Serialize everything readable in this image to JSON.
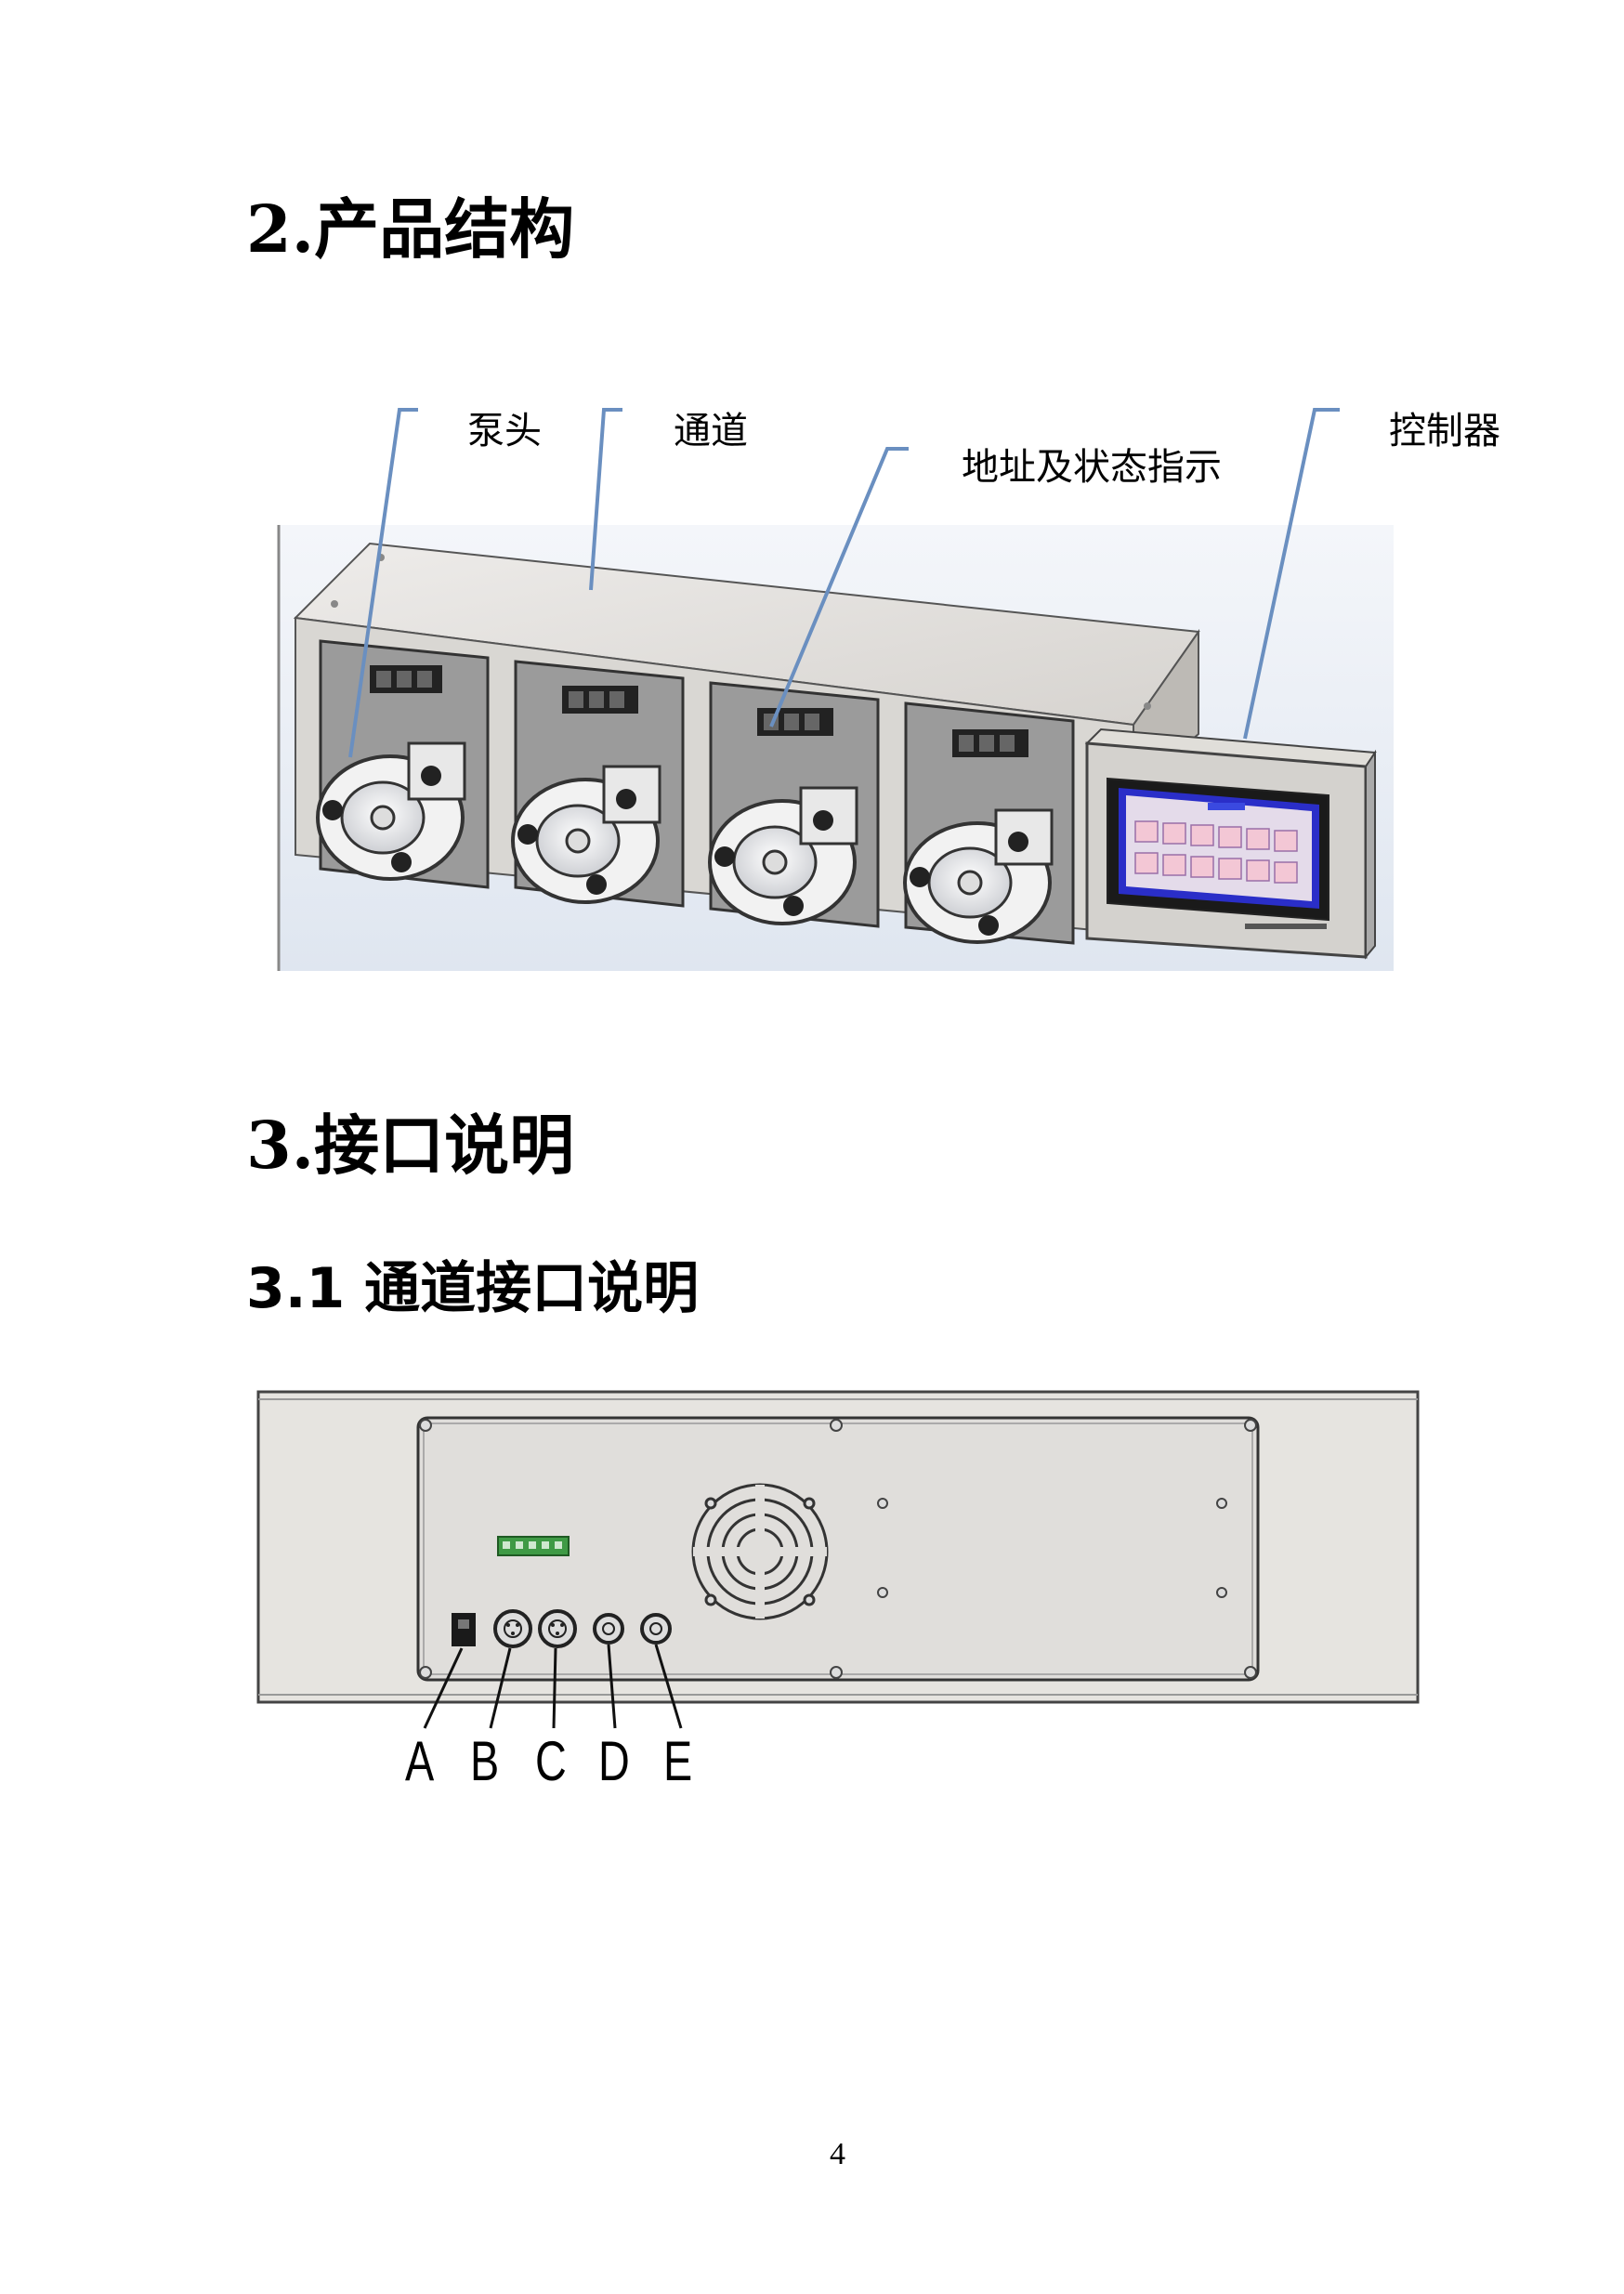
{
  "sections": {
    "structure_heading": "2.产品结构",
    "interface_heading": "3.接口说明",
    "channel_interface_heading": "3.1 通道接口说明"
  },
  "structure_figure": {
    "callouts": {
      "pump_head": "泵头",
      "channel": "通道",
      "address_status": "地址及状态指示",
      "controller": "控制器"
    }
  },
  "rear_panel_figure": {
    "port_labels": [
      "A",
      "B",
      "C",
      "D",
      "E"
    ]
  },
  "page_number": "4",
  "colors": {
    "leader_line": "#6a8fc0",
    "casing": "#e6e4e0",
    "panel": "#9a9a9a",
    "screen_bg": "#2a2ec8",
    "screen_key": "#f3c7d5",
    "connector_green": "#3f9a45"
  }
}
